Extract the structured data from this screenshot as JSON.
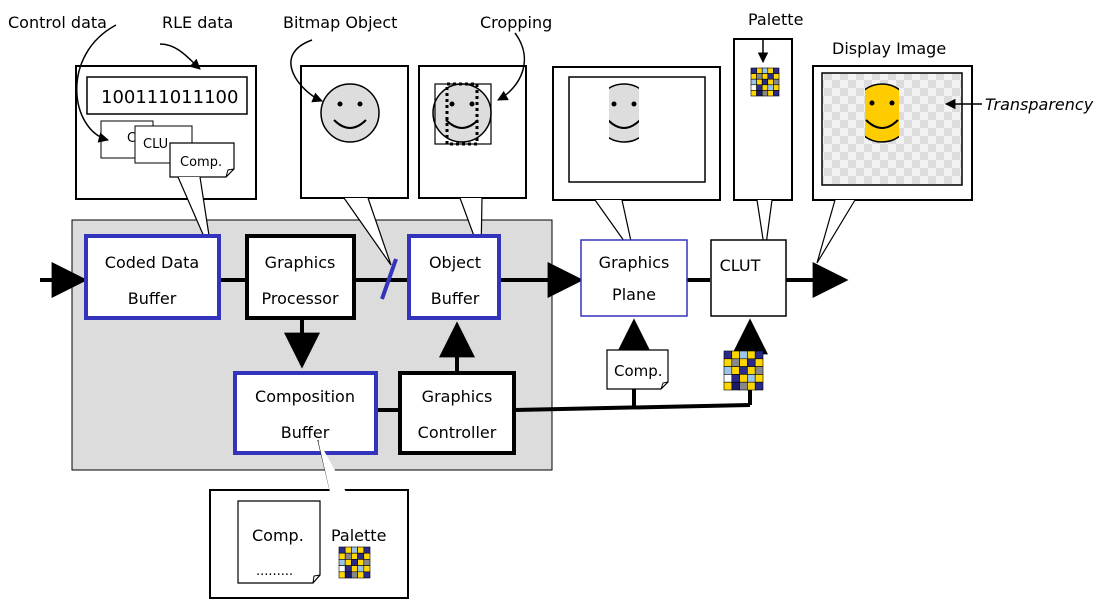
{
  "labels": {
    "control_data": "Control data",
    "rle_data": "RLE data",
    "bitmap_object": "Bitmap Object",
    "cropping": "Cropping",
    "palette_top": "Palette",
    "display_image": "Display Image",
    "transparency": "Transparency"
  },
  "rle_stack": {
    "bits": "100111011100",
    "card1": "Co",
    "card2": "CLU",
    "card3": "Comp."
  },
  "blocks": {
    "coded_data_buffer": [
      "Coded Data",
      "Buffer"
    ],
    "graphics_processor": [
      "Graphics",
      "Processor"
    ],
    "object_buffer": [
      "Object",
      "Buffer"
    ],
    "graphics_plane": [
      "Graphics",
      "Plane"
    ],
    "clut": "CLUT",
    "composition_buffer": [
      "Composition",
      "Buffer"
    ],
    "graphics_controller": [
      "Graphics",
      "Controller"
    ]
  },
  "notes": {
    "comp_mid": "Comp.",
    "comp_bottom": "Comp.",
    "dots": ".........",
    "palette_bottom": "Palette"
  },
  "colors": {
    "accent_blue": "#3333bb",
    "processing_bg": "#dcdcdc",
    "smiley_face": "#dddddd",
    "display_face": "#ffcc00",
    "palette_cells": [
      "#2a2a88",
      "#ffd700",
      "#9ec4e8",
      "#888888",
      "#ffffff",
      "#1a1a66"
    ]
  }
}
